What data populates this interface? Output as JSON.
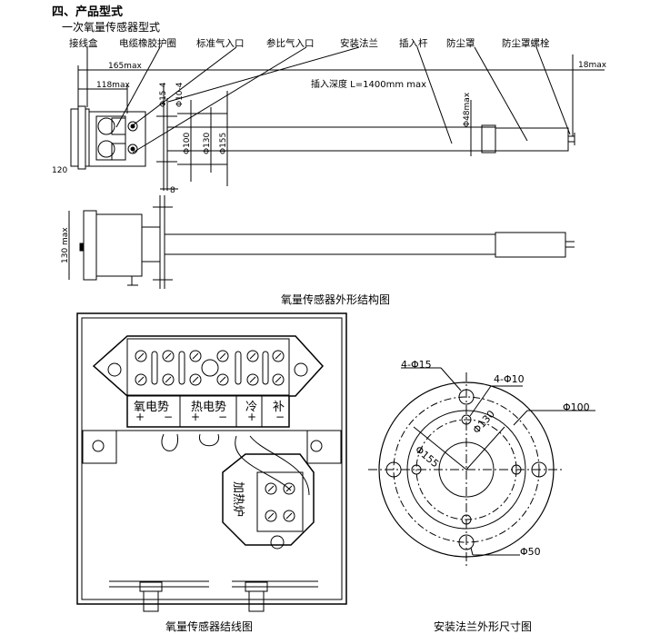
{
  "heading": "四、产品型式",
  "subheading": "一次氧量传感器型式",
  "callouts": [
    "接线盒",
    "电缆橡胶护圈",
    "标准气入口",
    "参比气入口",
    "安装法兰",
    "插入杆",
    "防尘罩",
    "防尘罩螺栓"
  ],
  "dims_top": {
    "d165": "165max",
    "d118": "118max",
    "d18": "18max",
    "insert_depth": "插入深度 L=1400mm max",
    "phi15_4": "Φ15-4",
    "phi10_4": "Φ10-4",
    "phi48": "Φ48max",
    "h120": "120",
    "phi100": "Φ100",
    "phi130": "Φ130",
    "phi155": "Φ155",
    "d8": "8",
    "h130": "130 max"
  },
  "caption_outline": "氧量传感器外形结构图",
  "wiring": {
    "labels": [
      "氧电势",
      "热电势",
      "冷",
      "补"
    ],
    "polarity": [
      "+",
      "−",
      "+",
      "−",
      "+",
      "−"
    ],
    "heater": "加热炉",
    "caption": "氧量传感器结线图"
  },
  "flange": {
    "hole_large": "4-Φ15",
    "hole_small": "4-Φ10",
    "d100": "Φ100",
    "d130": "Φ130",
    "d155": "Φ155",
    "d50": "Φ50",
    "caption": "安装法兰外形尺寸图"
  }
}
